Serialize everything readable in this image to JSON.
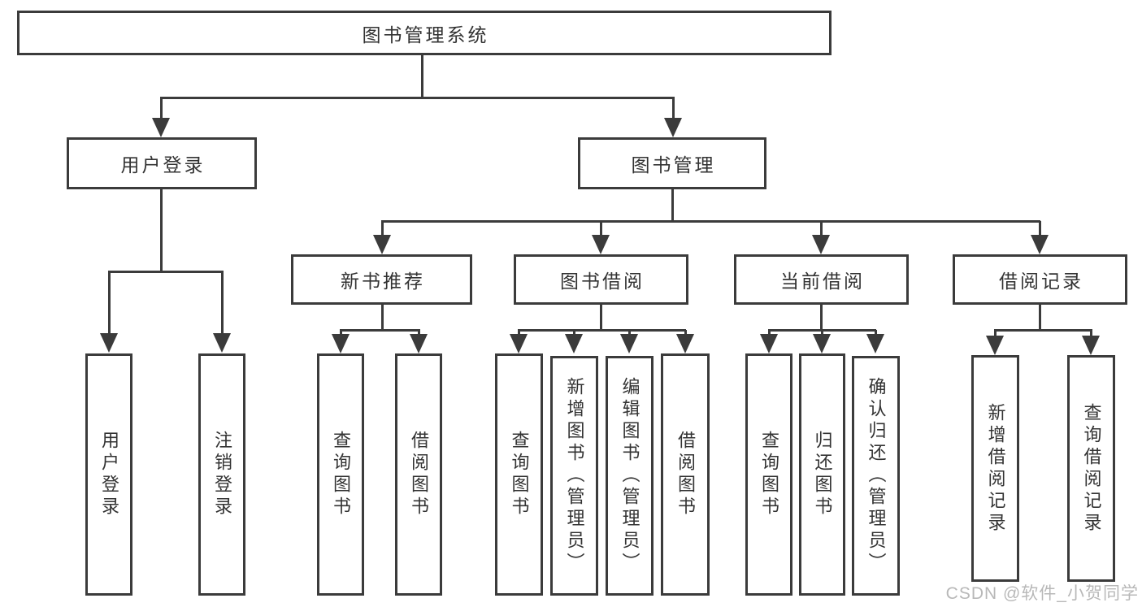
{
  "diagram": {
    "root": "图书管理系统",
    "branches": [
      {
        "label": "用户登录",
        "children": [
          "用户登录",
          "注销登录"
        ]
      },
      {
        "label": "图书管理",
        "groups": [
          {
            "label": "新书推荐",
            "children": [
              "查询图书",
              "借阅图书"
            ]
          },
          {
            "label": "图书借阅",
            "children": [
              "查询图书",
              "新增图书（管理员）",
              "编辑图书（管理员）",
              "借阅图书"
            ]
          },
          {
            "label": "当前借阅",
            "children": [
              "查询图书",
              "归还图书",
              "确认归还（管理员）"
            ]
          },
          {
            "label": "借阅记录",
            "children": [
              "新增借阅记录",
              "查询借阅记录"
            ]
          }
        ]
      }
    ]
  },
  "watermark": "CSDN @软件_小贺同学",
  "colors": {
    "line": "#3b3b3b",
    "text": "#333333",
    "watermark": "#b8b8b8",
    "background": "#ffffff"
  }
}
